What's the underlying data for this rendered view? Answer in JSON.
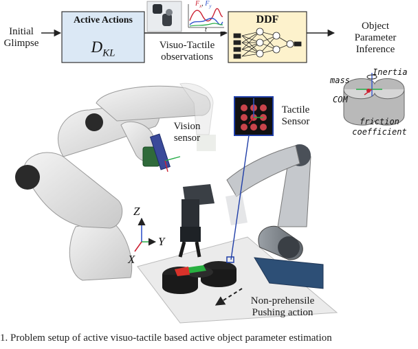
{
  "pipeline": {
    "initial_glimpse": [
      "Initial",
      "Glimpse"
    ],
    "active_actions_title": "Active Actions",
    "active_actions_symbol": "D",
    "active_actions_subscript": "KL",
    "observations_label": [
      "Visuo-Tactile",
      "observations"
    ],
    "plot_legend_fx": "F",
    "plot_legend_fx_sub": "x",
    "plot_legend_sep": ", ",
    "plot_legend_fy": "F",
    "plot_legend_fy_sub": "y",
    "plot_axis_t": "t",
    "ddf_title": "DDF",
    "inference_label": [
      "Object",
      "Parameter",
      "Inference"
    ]
  },
  "object_params": {
    "mass": "mass",
    "inertia": "Inertia",
    "com": "COM",
    "friction": [
      "friction",
      "coefficient"
    ]
  },
  "scene": {
    "vision_sensor": [
      "Vision",
      "sensor"
    ],
    "tactile_sensor": [
      "Tactile",
      "Sensor"
    ],
    "axis_z": "Z",
    "axis_y": "Y",
    "axis_x": "X",
    "pushing": [
      "Non-prehensile",
      "Pushing action"
    ]
  },
  "caption": "1.  Problem setup of active visuo-tactile based active object parameter estimation",
  "colors": {
    "box_blue": "#dbe8f5",
    "box_yellow": "#fdf2cc",
    "fx_color": "#cc2233",
    "fy_color": "#3355cc"
  }
}
